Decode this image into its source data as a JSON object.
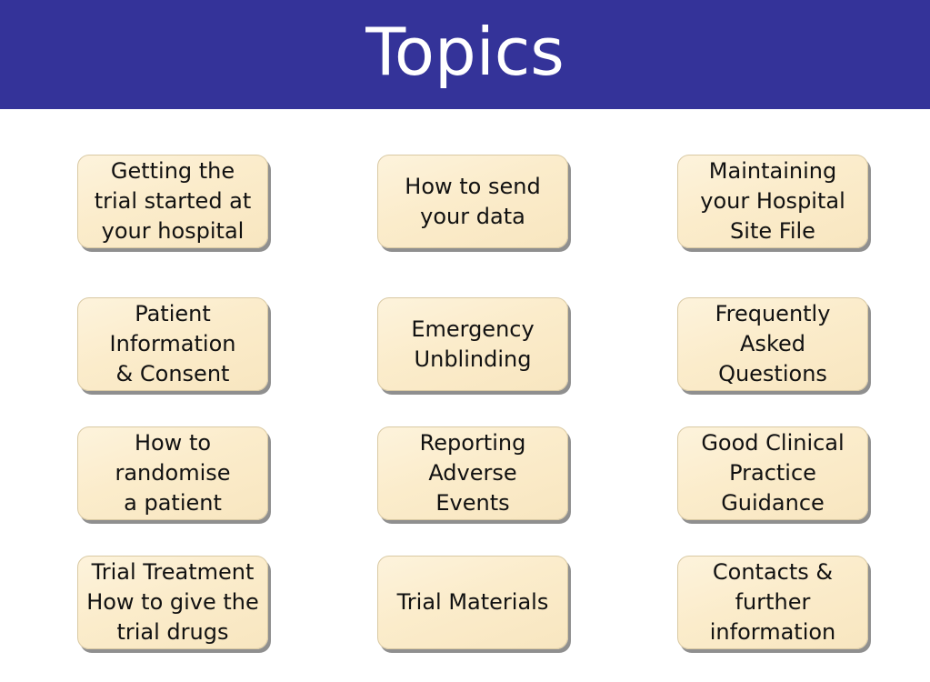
{
  "header": {
    "title": "Topics"
  },
  "tiles": [
    {
      "label": "Getting the\ntrial started at\nyour hospital"
    },
    {
      "label": "How to send\nyour data"
    },
    {
      "label": "Maintaining\nyour Hospital\nSite File"
    },
    {
      "label": "Patient\nInformation\n& Consent"
    },
    {
      "label": "Emergency\nUnblinding"
    },
    {
      "label": "Frequently\nAsked\nQuestions"
    },
    {
      "label": "How to\nrandomise\na patient"
    },
    {
      "label": "Reporting\nAdverse\nEvents"
    },
    {
      "label": "Good Clinical\nPractice\nGuidance"
    },
    {
      "label": "Trial Treatment\nHow to give the\ntrial drugs"
    },
    {
      "label": "Trial Materials"
    },
    {
      "label": "Contacts &\nfurther\ninformation"
    }
  ],
  "colors": {
    "header_background": "#343399",
    "header_text": "#ffffff",
    "tile_background": "#fbeccb"
  }
}
